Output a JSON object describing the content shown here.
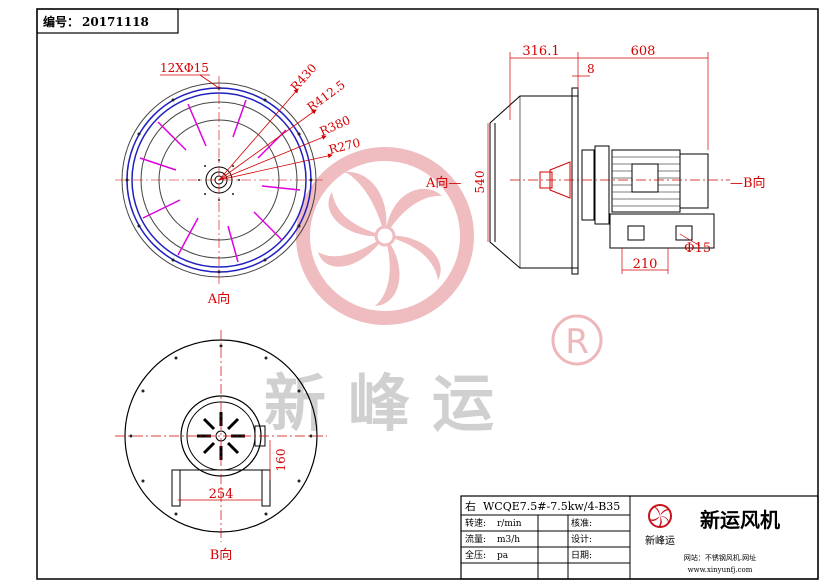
{
  "drawing_no_label": "编号：",
  "drawing_no": "20171118",
  "top_left_view": {
    "holes": "12XΦ15",
    "radii": [
      "R430",
      "R412.5",
      "R380",
      "R270"
    ],
    "view_label": "A向"
  },
  "side_view": {
    "dim_left": "316.1",
    "dim_right": "608",
    "dim_small": "8",
    "dim_height": "540",
    "dim_base": "210",
    "dim_bolt": "Φ15",
    "left_label": "A向—",
    "right_label": "—B向"
  },
  "bottom_view": {
    "dim_width": "254",
    "dim_height": "160",
    "view_label": "B向"
  },
  "watermark": {
    "text": "新峰运",
    "registered": "R"
  },
  "title_block": {
    "model_prefix": "右",
    "model": "WCQE7.5#-7.5kw/4-B35",
    "rows": [
      {
        "label": "转速:",
        "value": "r/min",
        "right_label": "核准:"
      },
      {
        "label": "流量:",
        "value": "m3/h",
        "right_label": "设计:"
      },
      {
        "label": "全压:",
        "value": "pa",
        "right_label": "日期:"
      }
    ],
    "logo_text": "新峰运",
    "company": "新运风机",
    "website_label": "网站：不锈钢风机.网址",
    "website_url": "www.xinyunfj.com"
  },
  "colors": {
    "dim_red": "#d40000",
    "blade_magenta": "#e000e0",
    "ring_blue": "#2020c0",
    "watermark_red": "#c8141e"
  }
}
